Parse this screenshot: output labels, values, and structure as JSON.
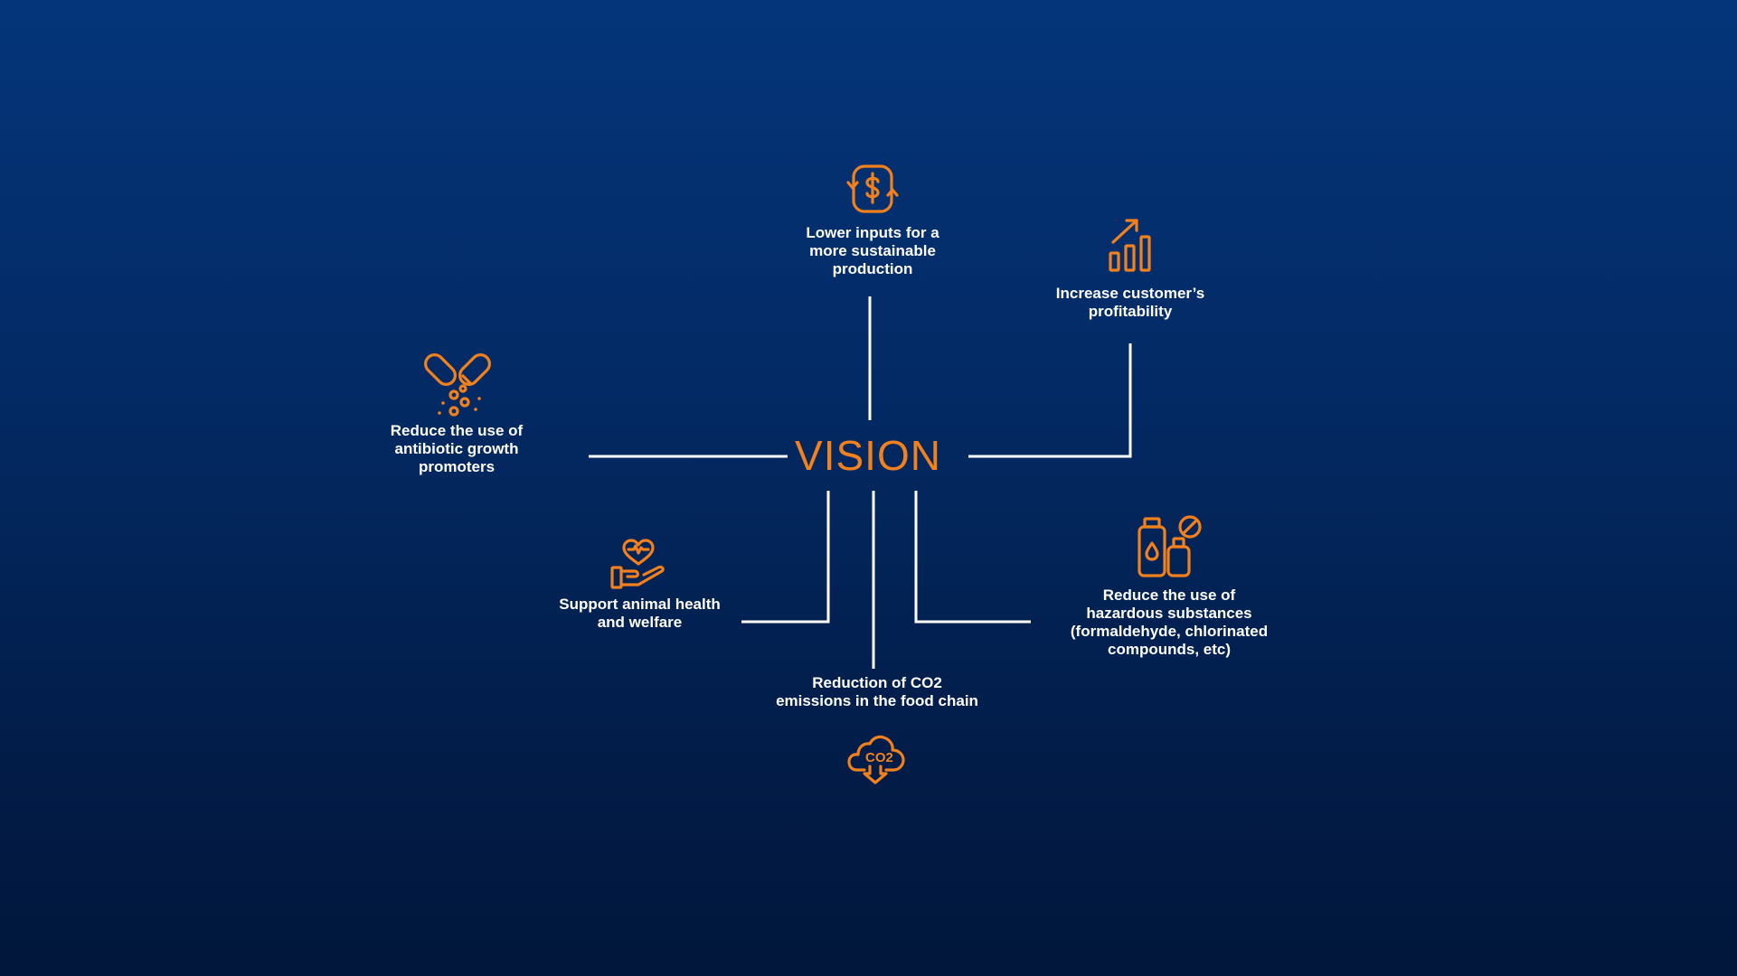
{
  "center": {
    "title": "VISION"
  },
  "colors": {
    "accent": "#f2811d",
    "line": "#ffffff",
    "background_top": "#04357a",
    "background_bottom": "#01173b"
  },
  "goals": {
    "lower_inputs": {
      "label": "Lower inputs for a\nmore sustainable\nproduction",
      "icon": "dollar-exchange-icon"
    },
    "profitability": {
      "label": "Increase customer’s\nprofitability",
      "icon": "growth-chart-icon"
    },
    "antibiotics": {
      "label": "Reduce the use of\nantibiotic growth\npromoters",
      "icon": "capsule-pill-icon"
    },
    "animal_health": {
      "label": "Support animal health\nand welfare",
      "icon": "heart-hand-icon"
    },
    "hazardous": {
      "label": "Reduce the use of\nhazardous substances\n(formaldehyde, chlorinated\ncompounds, etc)",
      "icon": "chemical-bottles-icon"
    },
    "co2": {
      "label": "Reduction of CO2\nemissions in the food chain",
      "icon": "co2-cloud-icon",
      "icon_text": "CO2"
    }
  }
}
